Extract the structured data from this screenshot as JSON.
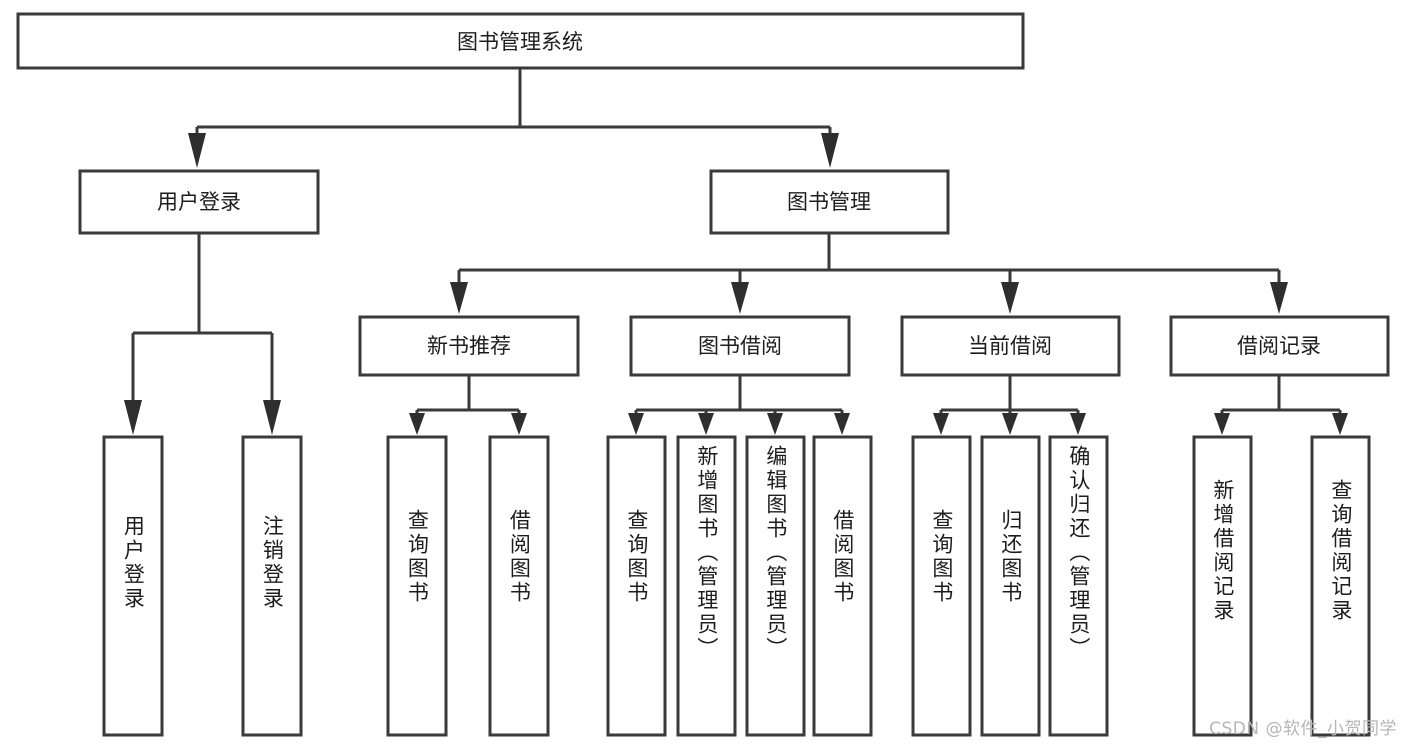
{
  "diagram": {
    "title": "图书管理系统",
    "type": "tree-hierarchy-diagram",
    "watermark": "CSDN @软件_小贺同学",
    "colors": {
      "background": "#ffffff",
      "box_fill": "#ffffff",
      "box_stroke": "#3a3a3a",
      "connector": "#3a3a3a",
      "arrow": "#2e2e2e",
      "text": "#1d1d1d",
      "watermark": "#b6b6b6"
    },
    "root": {
      "label": "图书管理系统"
    },
    "level1": [
      {
        "id": "user-login",
        "label": "用户登录"
      },
      {
        "id": "book-management",
        "label": "图书管理"
      }
    ],
    "level2": [
      {
        "id": "new-book-recommend",
        "label": "新书推荐",
        "parent": "book-management"
      },
      {
        "id": "book-borrow",
        "label": "图书借阅",
        "parent": "book-management"
      },
      {
        "id": "current-borrow",
        "label": "当前借阅",
        "parent": "book-management"
      },
      {
        "id": "borrow-record",
        "label": "借阅记录",
        "parent": "book-management"
      }
    ],
    "leaves": {
      "user-login": [
        {
          "id": "leaf-user-login",
          "label": "用户登录"
        },
        {
          "id": "leaf-user-logout",
          "label": "注销登录"
        }
      ],
      "new-book-recommend": [
        {
          "id": "leaf-query-book-1",
          "label": "查询图书"
        },
        {
          "id": "leaf-borrow-book-1",
          "label": "借阅图书"
        }
      ],
      "book-borrow": [
        {
          "id": "leaf-query-book-2",
          "label": "查询图书"
        },
        {
          "id": "leaf-add-book",
          "label": "新增图书（管理员）"
        },
        {
          "id": "leaf-edit-book",
          "label": "编辑图书（管理员）"
        },
        {
          "id": "leaf-borrow-book-2",
          "label": "借阅图书"
        }
      ],
      "current-borrow": [
        {
          "id": "leaf-query-book-3",
          "label": "查询图书"
        },
        {
          "id": "leaf-return-book",
          "label": "归还图书"
        },
        {
          "id": "leaf-confirm-return",
          "label": "确认归还（管理员）"
        }
      ],
      "borrow-record": [
        {
          "id": "leaf-add-record",
          "label": "新增借阅记录"
        },
        {
          "id": "leaf-query-record",
          "label": "查询借阅记录"
        }
      ]
    }
  }
}
